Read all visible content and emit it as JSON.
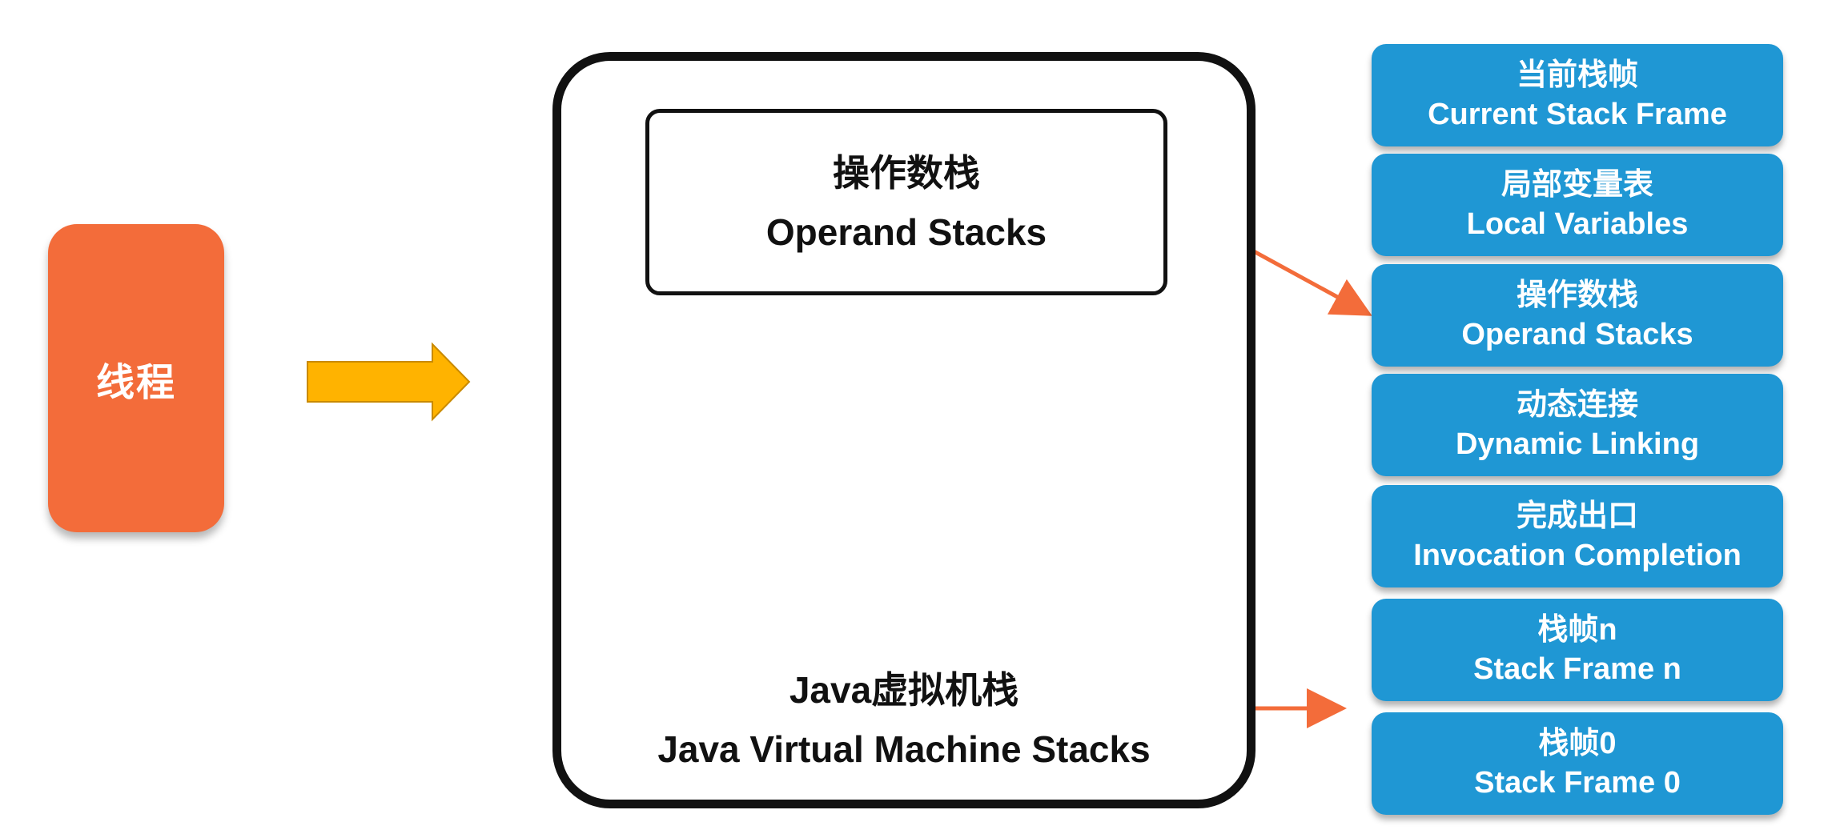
{
  "thread": {
    "label": "线程"
  },
  "jvm_stack": {
    "title_zh": "Java虚拟机栈",
    "title_en": "Java Virtual Machine Stacks"
  },
  "operand_box": {
    "title_zh": "操作数栈",
    "title_en": "Operand Stacks"
  },
  "frames": [
    {
      "zh": "当前栈帧",
      "en": "Current Stack Frame"
    },
    {
      "zh": "局部变量表",
      "en": "Local Variables"
    },
    {
      "zh": "操作数栈",
      "en": "Operand Stacks"
    },
    {
      "zh": "动态连接",
      "en": "Dynamic Linking"
    },
    {
      "zh": "完成出口",
      "en": "Invocation Completion"
    },
    {
      "zh": "栈帧n",
      "en": "Stack Frame n"
    },
    {
      "zh": "栈帧0",
      "en": "Stack Frame 0"
    }
  ],
  "colors": {
    "thread": "#F36C3A",
    "frame": "#1F97D4",
    "big_arrow": "#FFB300",
    "connector": "#F36C3A"
  }
}
